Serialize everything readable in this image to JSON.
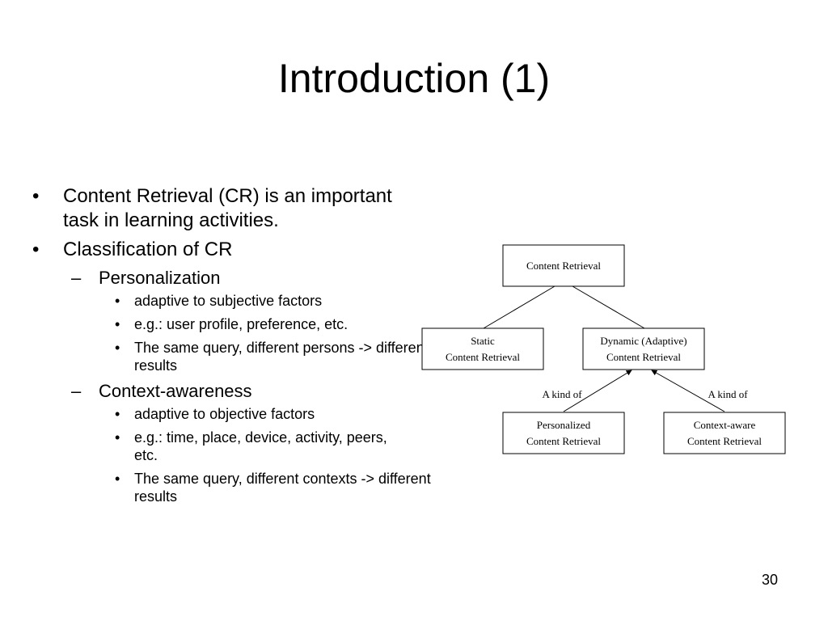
{
  "slide": {
    "title": "Introduction (1)",
    "page_number": "30"
  },
  "bullets": {
    "b1": {
      "marker": "•",
      "text": "Content Retrieval (CR) is an important task in learning activities."
    },
    "b2": {
      "marker": "•",
      "text": "Classification of CR"
    },
    "personalization": {
      "marker": "–",
      "text": "Personalization",
      "items": [
        {
          "marker": "•",
          "text": "adaptive to subjective factors"
        },
        {
          "marker": "•",
          "text": "e.g.: user profile, preference, etc."
        },
        {
          "marker": "•",
          "text": "The same query, different persons -> different results"
        }
      ]
    },
    "context": {
      "marker": "–",
      "text": "Context-awareness",
      "items": [
        {
          "marker": "•",
          "text": "adaptive to objective factors"
        },
        {
          "marker": "•",
          "text": "e.g.: time, place, device, activity, peers, etc."
        },
        {
          "marker": "•",
          "text": "The same query, different contexts -> different results"
        }
      ]
    }
  },
  "diagram": {
    "root": "Content Retrieval",
    "static": {
      "line1": "Static",
      "line2": "Content Retrieval"
    },
    "dynamic": {
      "line1": "Dynamic (Adaptive)",
      "line2": "Content Retrieval"
    },
    "personalized": {
      "line1": "Personalized",
      "line2": "Content Retrieval"
    },
    "context_aware": {
      "line1": "Context-aware",
      "line2": "Content Retrieval"
    },
    "edge_label_left": "A kind of",
    "edge_label_right": "A kind of"
  }
}
